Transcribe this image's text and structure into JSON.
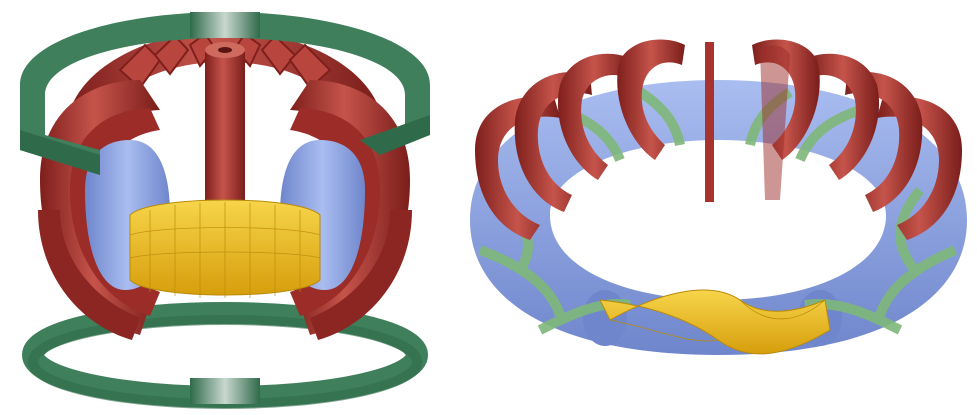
{
  "figure": {
    "panels": [
      {
        "id": "left",
        "depicts": "tokamak"
      },
      {
        "id": "right",
        "depicts": "stellarator"
      }
    ],
    "colors": {
      "background": "#ffffff",
      "tf_coil": "#a8332e",
      "tf_coil_light": "#cf6a5f",
      "pf_coil": "#3f7f5c",
      "pf_coil_light": "#7fbf9a",
      "vessel": "#8fa8e6",
      "vessel_dark": "#6f86cc",
      "plasma": "#f2c21b",
      "plasma_dark": "#d69e0c",
      "helical_coil": "#7fb87a"
    }
  }
}
